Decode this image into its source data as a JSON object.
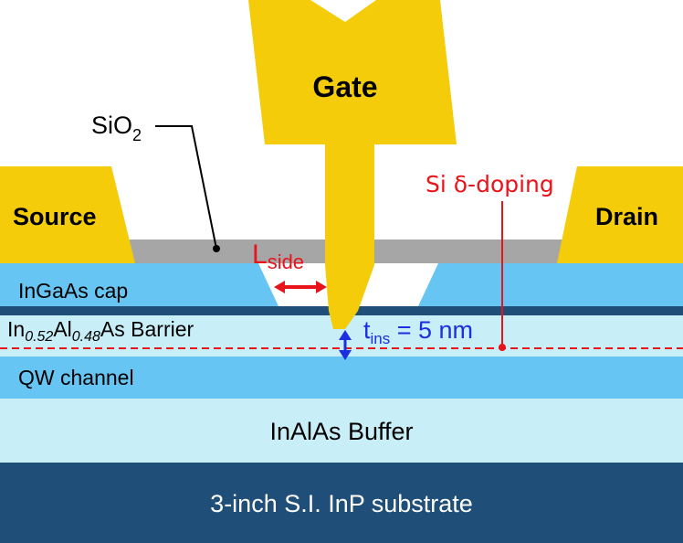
{
  "colors": {
    "metal": "#F5CC0A",
    "oxide": "#A6A6A6",
    "cap": "#66C5F2",
    "dark_line": "#1F4E79",
    "barrier": "#C8EEF8",
    "channel": "#66C5F2",
    "buffer": "#C8EEF8",
    "substrate": "#1F4E79",
    "red": "#E8131B",
    "blue": "#1B2EE0"
  },
  "labels": {
    "gate": "Gate",
    "source": "Source",
    "drain": "Drain",
    "sio2_main": "SiO",
    "sio2_sub": "2",
    "l_main": "L",
    "l_sub": "side",
    "si_doping": "Si δ-doping",
    "t_main": "t",
    "t_sub": "ins",
    "t_value": " = 5 nm"
  },
  "layers": {
    "cap": "InGaAs cap",
    "barrier_in": "In",
    "barrier_in_sub": "0.52",
    "barrier_al": "Al",
    "barrier_al_sub": "0.48",
    "barrier_rest": "As Barrier",
    "channel": "QW channel",
    "buffer": "InAlAs Buffer",
    "substrate": "3-inch S.I. InP substrate"
  },
  "icons": [
    "double-arrow-horizontal",
    "double-arrow-vertical"
  ]
}
